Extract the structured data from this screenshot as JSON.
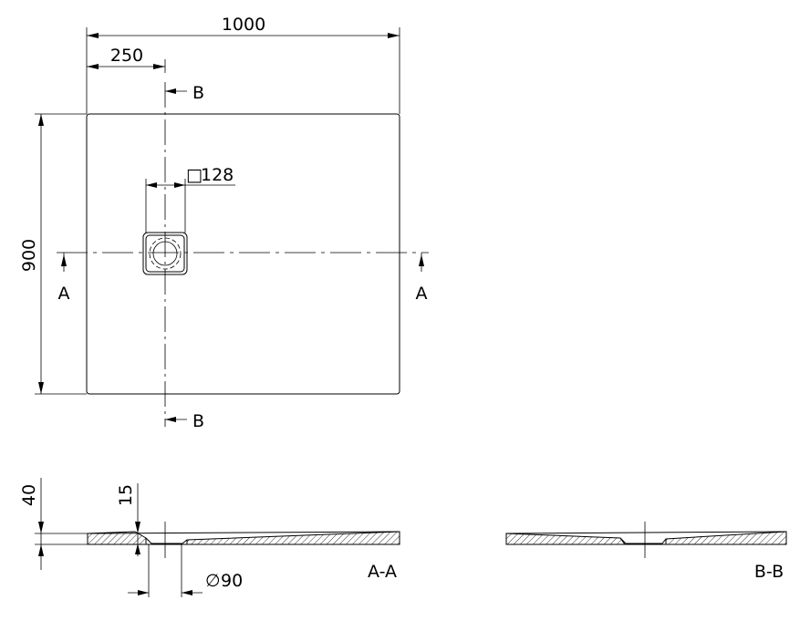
{
  "dimensions": {
    "overall_width": "1000",
    "drain_offset": "250",
    "overall_depth": "900",
    "drain_square": "128",
    "tray_height": "40",
    "drain_depth": "15",
    "drain_diameter": "90"
  },
  "symbols": {
    "square": "□",
    "diameter": "∅"
  },
  "sections": {
    "a_marker": "A",
    "b_marker": "B",
    "a_label": "A-A",
    "b_label": "B-B"
  }
}
